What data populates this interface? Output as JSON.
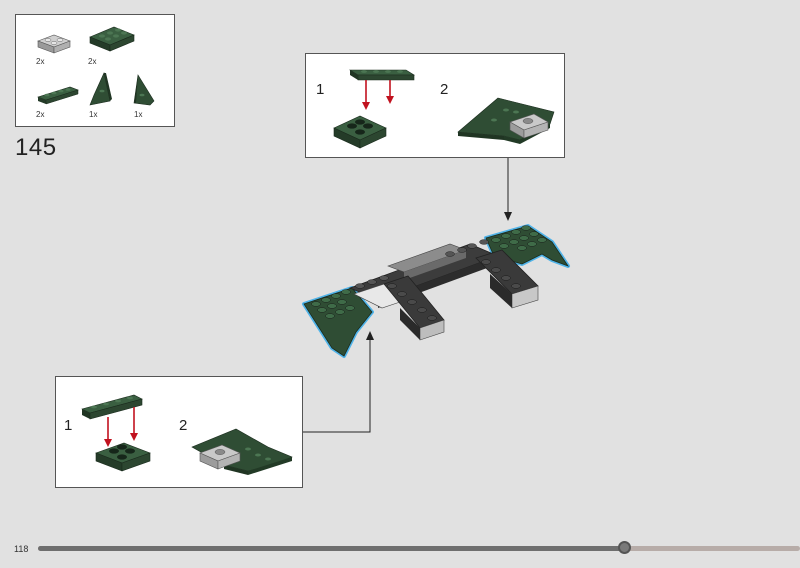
{
  "parts_list": {
    "items": [
      {
        "qty": "2x",
        "name": "light-gray-plate-2x2-icon"
      },
      {
        "qty": "2x",
        "name": "green-plate-2x3-icon"
      },
      {
        "qty": "2x",
        "name": "green-plate-1x4-icon"
      },
      {
        "qty": "1x",
        "name": "green-wedge-left-icon"
      },
      {
        "qty": "1x",
        "name": "green-wedge-right-icon"
      }
    ]
  },
  "step": {
    "number": "145"
  },
  "callout_top": {
    "sub1": "1",
    "sub2": "2"
  },
  "callout_bottom": {
    "sub1": "1",
    "sub2": "2"
  },
  "footer": {
    "page_number": "118",
    "progress": 0.77
  },
  "colors": {
    "green": "#2f4d34",
    "light_gray": "#b9b9b9",
    "dark_gray": "#3c3c3c",
    "arrow_red": "#c1121f",
    "highlight_blue": "#4fb3e8"
  }
}
